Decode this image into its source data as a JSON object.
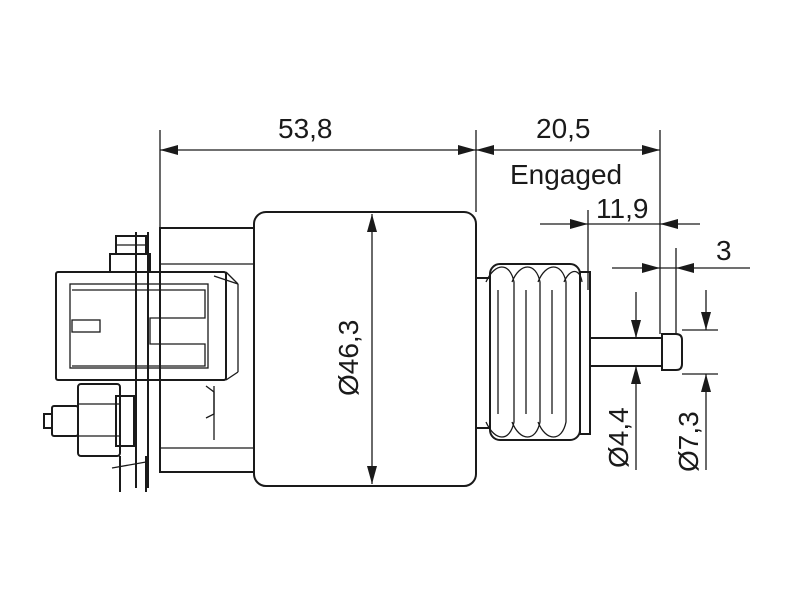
{
  "dimensions": {
    "overall_length": "53,8",
    "stroke_engaged": "20,5",
    "stroke_label": "Engaged",
    "plunger_extension": "11,9",
    "tip_length": "3",
    "body_diameter": "Ø46,3",
    "shaft_diameter": "Ø4,4",
    "tip_diameter": "Ø7,3"
  }
}
